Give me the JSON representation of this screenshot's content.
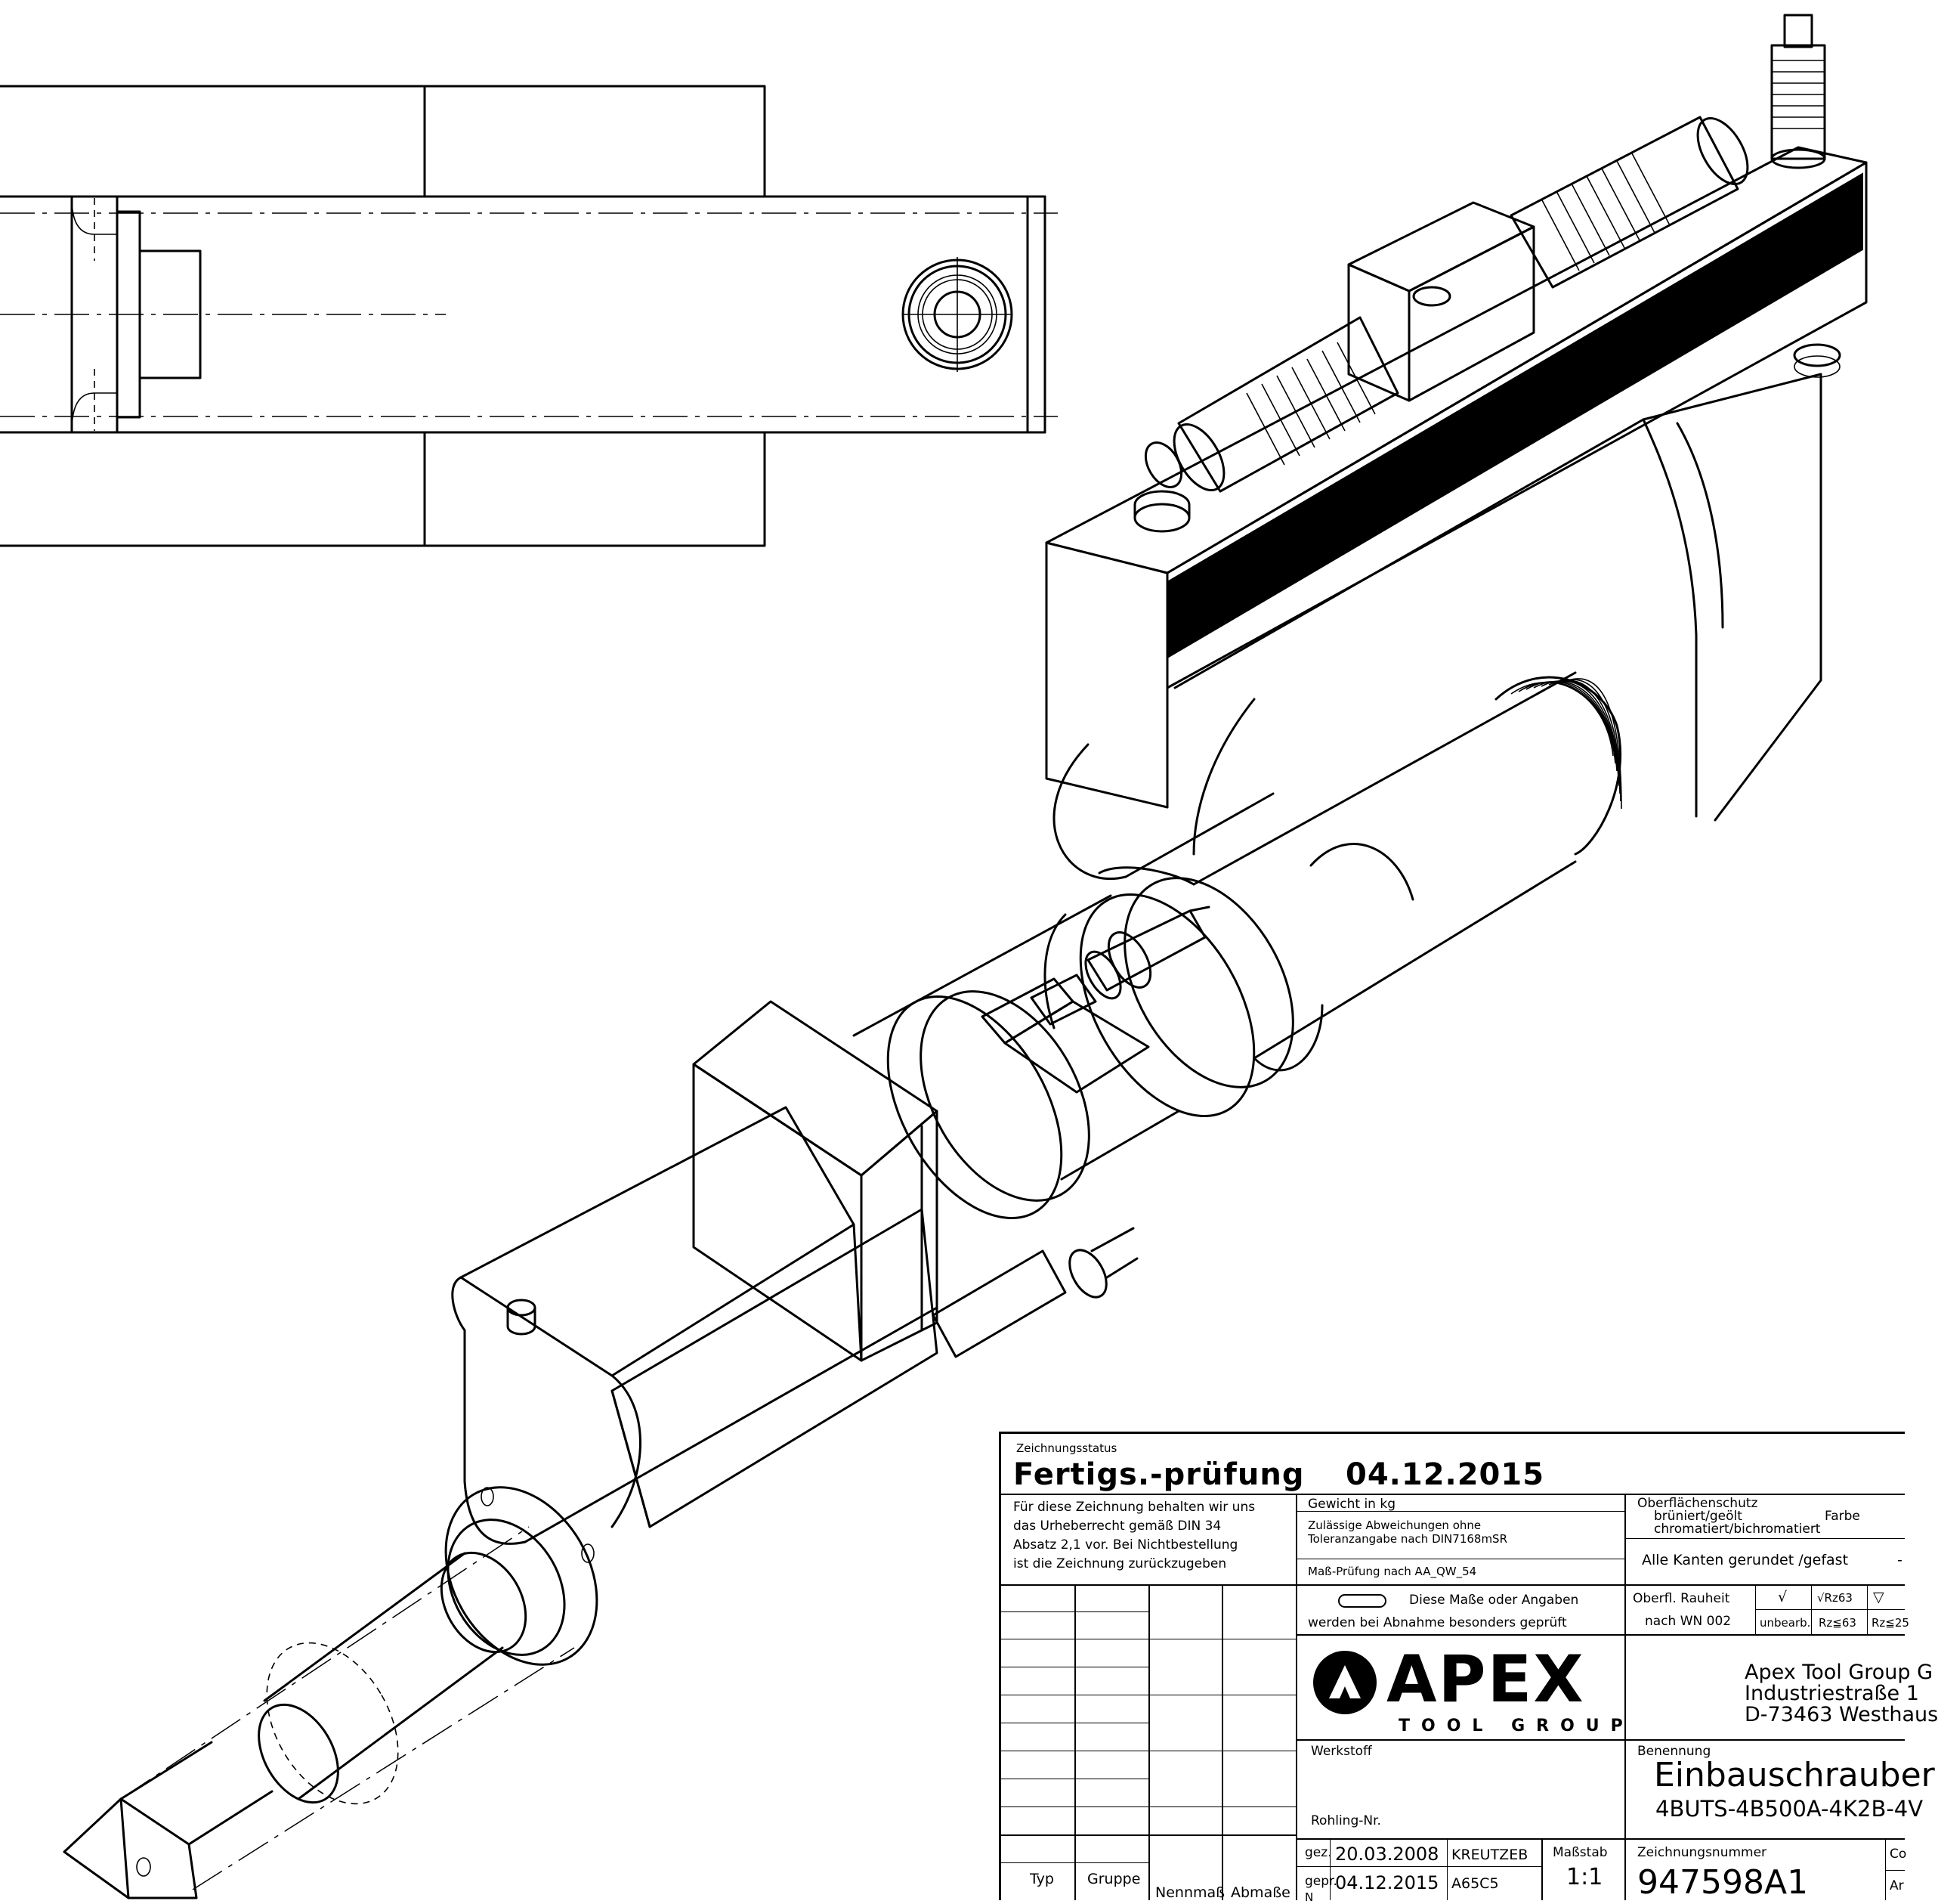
{
  "title_block": {
    "status_label": "Zeichnungsstatus",
    "status_value": "Fertigs.-prüfung",
    "status_date": "04.12.2015",
    "copyright_lines": [
      "Für diese Zeichnung behalten wir uns",
      "das Urheberrecht gemäß DIN 34",
      "Absatz 2,1 vor. Bei Nichtbestellung",
      "ist die Zeichnung zurückzugeben"
    ],
    "weight_label": "Gewicht in kg",
    "tolerance_lines": [
      "Zulässige Abweichungen ohne",
      "Toleranzangabe nach DIN7168mSR"
    ],
    "measure_check": "Maß-Prüfung nach AA_QW_54",
    "special_check_line1": "Diese Maße oder Angaben",
    "special_check_line2": "werden bei Abnahme besonders geprüft",
    "surface_protection_label": "Oberflächenschutz",
    "surface_protection_lines": [
      "brüniert/geölt",
      "chromatiert/bichromatiert"
    ],
    "color_label": "Farbe",
    "edges_note": "Alle Kanten gerundet /gefast",
    "edges_dash": "-",
    "roughness_label_1": "Oberfl. Rauheit",
    "roughness_label_2": "nach WN 002",
    "roughness_symbols": [
      "√",
      "√Rz63",
      "▽"
    ],
    "roughness_values": [
      "unbearb.",
      "Rz≦63",
      "Rz≦25"
    ],
    "logo_word": "APEX",
    "logo_sub": "TOOL GROUP",
    "company_lines": [
      "Apex Tool Group G",
      "Industriestraße 1",
      "D-73463 Westhaus"
    ],
    "material_label": "Werkstoff",
    "blank_no_label": "Rohling-Nr.",
    "designation_label": "Benennung",
    "designation_title": "Einbauschrauber",
    "designation_subtitle": "4BUTS-4B500A-4K2B-4V",
    "signature_rows": [
      {
        "role": "gez.",
        "date": "20.03.2008",
        "name": "KREUTZEB"
      },
      {
        "role": "gepr.",
        "date": "04.12.2015",
        "name": "A65C5"
      },
      {
        "role": "N",
        "date": "",
        "name": ""
      }
    ],
    "scale_label": "Maßstab",
    "scale_value": "1:1",
    "drawing_no_label": "Zeichnungsnummer",
    "drawing_no": "947598A1",
    "corner_label_1": "Co",
    "corner_label_2": "Ar",
    "bottom_headers": [
      "Typ",
      "Gruppe",
      "Nennmaß",
      "Abmaße"
    ]
  },
  "colors": {
    "line": "#000000",
    "background": "#ffffff"
  }
}
